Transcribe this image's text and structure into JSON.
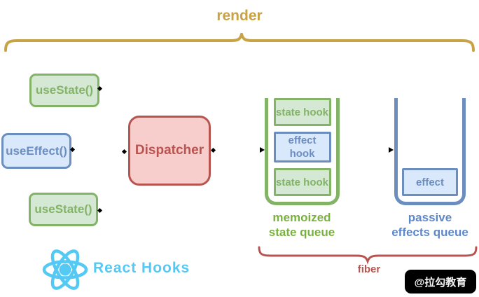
{
  "render": {
    "label": "render"
  },
  "hooks": [
    {
      "label": "useState()",
      "kind": "state"
    },
    {
      "label": "useEffect()",
      "kind": "effect"
    },
    {
      "label": "useState()",
      "kind": "state"
    }
  ],
  "dispatcher": {
    "label": "Dispatcher"
  },
  "memoized_queue": {
    "items": [
      "state hook",
      "effect hook",
      "state hook"
    ],
    "caption": "memoized\nstate queue"
  },
  "passive_queue": {
    "items": [
      "effect"
    ],
    "caption": "passive\neffects queue"
  },
  "fiber": {
    "label": "fiber"
  },
  "brand": {
    "name": "React Hooks",
    "logo": "react-logo"
  },
  "watermark": {
    "text": "@拉勾教育"
  },
  "colors": {
    "gold": "#C8A345",
    "green_fill": "#d5e8d4",
    "green_stroke": "#82b366",
    "blue_fill": "#dae8fc",
    "blue_stroke": "#6c8ebf",
    "red_fill": "#f8cecc",
    "red_stroke": "#b85450",
    "caption_green": "#79B13E",
    "caption_blue": "#5E87C8",
    "react_cyan": "#53C9F4",
    "watermark_bg": "#000000",
    "watermark_text": "#f5f5f5",
    "background": "#ffffff"
  }
}
